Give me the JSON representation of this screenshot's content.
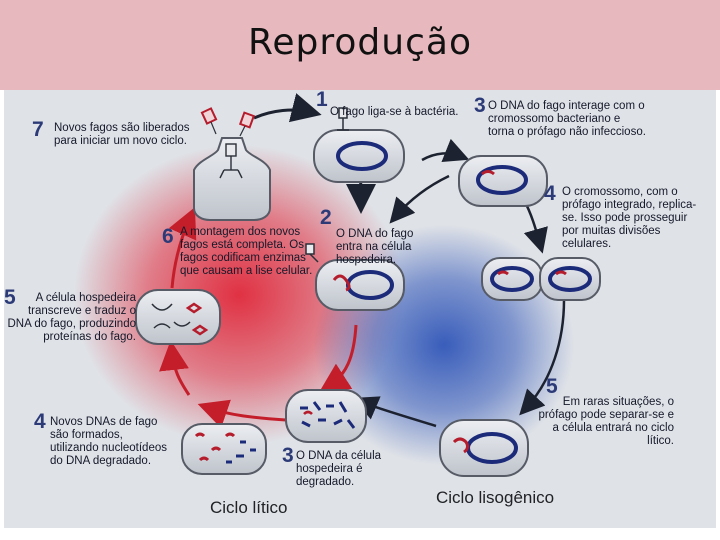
{
  "slide": {
    "title": "Reprodução"
  },
  "figure": {
    "steps": [
      {
        "n": "1",
        "text": "O fago liga-se à bactéria."
      },
      {
        "n": "2",
        "text": "O DNA do fago entra na célula hospedeira."
      },
      {
        "n": "3",
        "text": "O DNA da célula hospedeira é degradado."
      },
      {
        "n": "4",
        "text": "Novos DNAs de fago são formados, utilizando nucleotídeos do DNA degradado."
      },
      {
        "n": "5",
        "text": "A célula hospedeira transcreve e traduz o DNA do fago, produzindo proteínas do fago."
      },
      {
        "n": "6",
        "text": "A montagem dos novos fagos está completa. Os fagos codificam enzimas que causam a lise celular."
      },
      {
        "n": "7",
        "text": "Novos fagos são liberados para iniciar um novo ciclo."
      },
      {
        "n": "3",
        "text": "O DNA do fago interage com o cromossomo bacteriano e torna o prófago não infeccioso."
      },
      {
        "n": "4",
        "text": "O cromossomo, com o prófago integrado, replica-se. Isso pode prosseguir por muitas divisões celulares."
      },
      {
        "n": "5",
        "text": "Em raras situações, o prófago pode separar-se e a célula entrará no ciclo lítico."
      }
    ],
    "cycle_labels": {
      "lytic": "Ciclo lítico",
      "lysogenic": "Ciclo lisogênico"
    },
    "colors": {
      "lytic": "#e0283a",
      "lysogenic": "#3056b8",
      "arrow_red": "#c41e2b",
      "arrow_dark": "#1d2230",
      "number": "#2c3b78"
    }
  }
}
